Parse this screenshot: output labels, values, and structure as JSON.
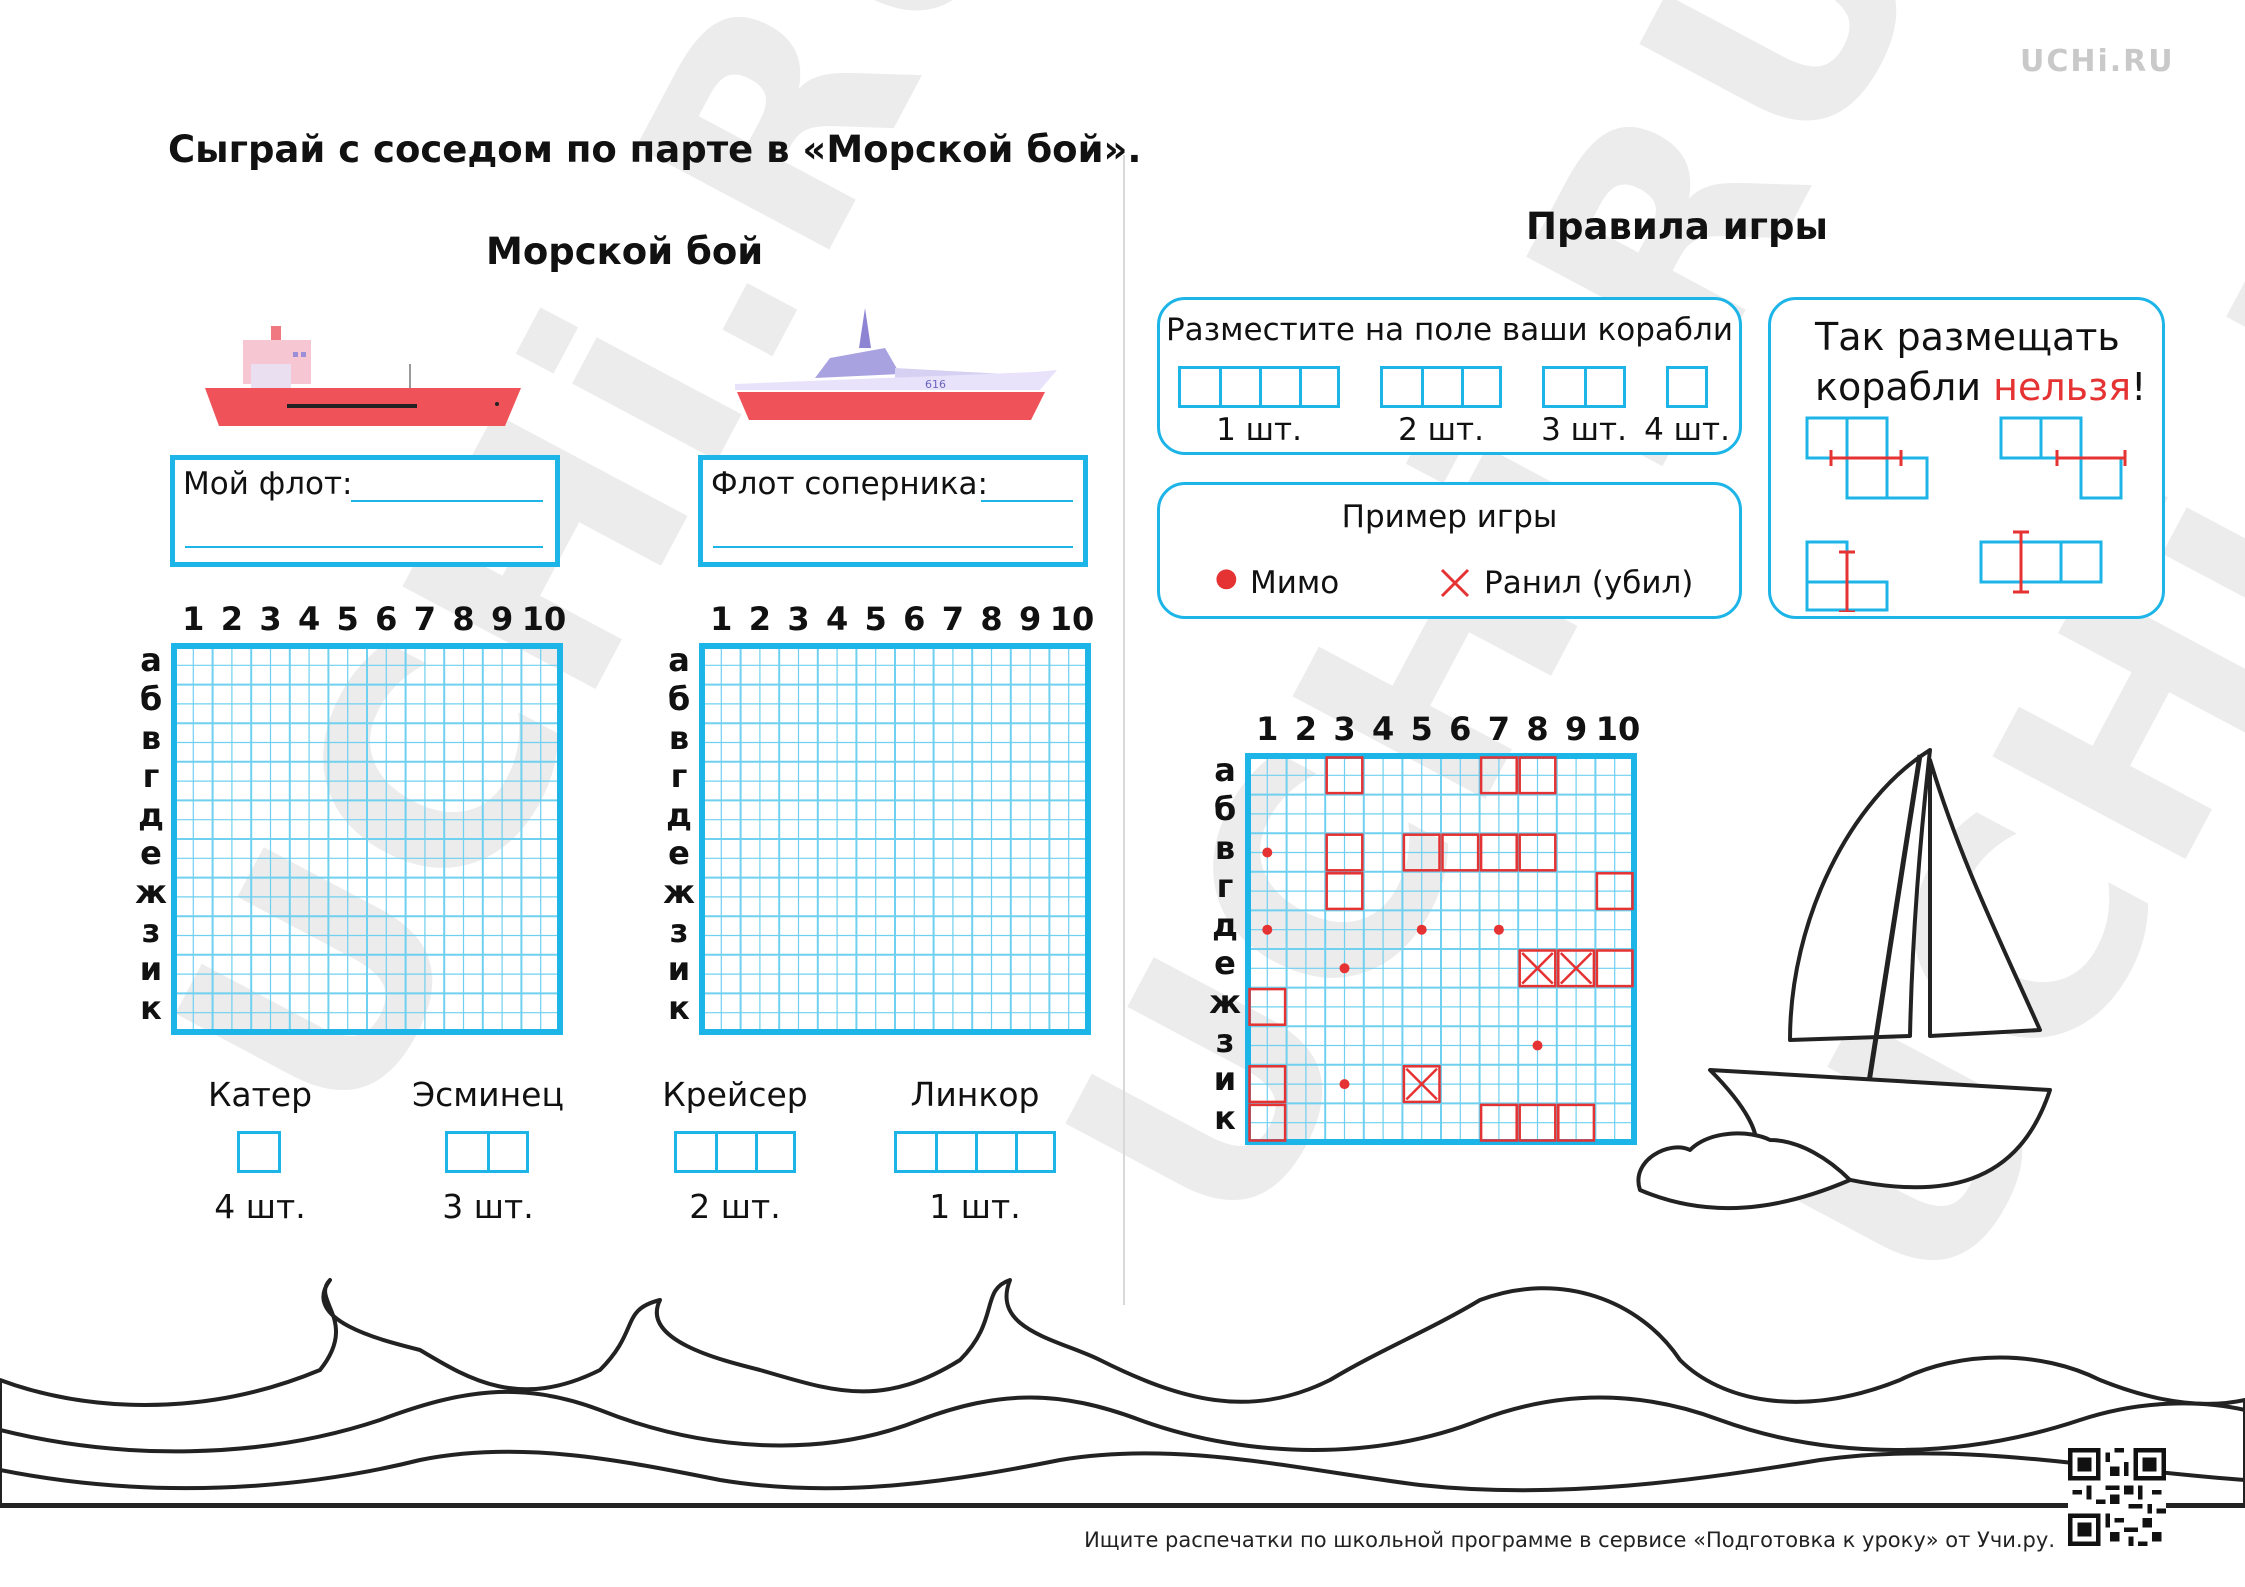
{
  "brand": {
    "logo_text": "UCHi.RU",
    "watermark_text": "UCHi.RU"
  },
  "task": "Сыграй с соседом по парте в «Морской бой».",
  "left": {
    "title": "Морской бой",
    "ship_hull_number": "616",
    "my_fleet_label": "Мой флот:",
    "enemy_fleet_label": "Флот соперника:",
    "columns": [
      "1",
      "2",
      "3",
      "4",
      "5",
      "6",
      "7",
      "8",
      "9",
      "10"
    ],
    "rows": [
      "а",
      "б",
      "в",
      "г",
      "д",
      "е",
      "ж",
      "з",
      "и",
      "к"
    ],
    "ship_types": [
      {
        "name": "Катер",
        "cells": 1,
        "count": "4 шт."
      },
      {
        "name": "Эсминец",
        "cells": 2,
        "count": "3 шт."
      },
      {
        "name": "Крейсер",
        "cells": 3,
        "count": "2 шт."
      },
      {
        "name": "Линкор",
        "cells": 4,
        "count": "1 шт."
      }
    ]
  },
  "rules": {
    "title": "Правила игры",
    "place_title": "Разместите на поле ваши корабли",
    "place_items": [
      {
        "cells": 4,
        "count": "1 шт."
      },
      {
        "cells": 3,
        "count": "2 шт."
      },
      {
        "cells": 2,
        "count": "3 шт."
      },
      {
        "cells": 1,
        "count": "4 шт."
      }
    ],
    "forbidden_line1": "Так размещать",
    "forbidden_line2_prefix": "корабли ",
    "forbidden_word": "нельзя",
    "forbidden_suffix": "!",
    "example_title": "Пример игры",
    "legend_miss": "Мимо",
    "legend_hit": "Ранил (убил)"
  },
  "example_game": {
    "ships": [
      {
        "row": 0,
        "col": 2,
        "len": 1,
        "dir": "h"
      },
      {
        "row": 0,
        "col": 6,
        "len": 2,
        "dir": "h"
      },
      {
        "row": 2,
        "col": 2,
        "len": 2,
        "dir": "v"
      },
      {
        "row": 2,
        "col": 4,
        "len": 4,
        "dir": "h"
      },
      {
        "row": 3,
        "col": 9,
        "len": 1,
        "dir": "h"
      },
      {
        "row": 5,
        "col": 7,
        "len": 3,
        "dir": "h"
      },
      {
        "row": 6,
        "col": 0,
        "len": 1,
        "dir": "h"
      },
      {
        "row": 8,
        "col": 0,
        "len": 2,
        "dir": "v"
      },
      {
        "row": 8,
        "col": 4,
        "len": 1,
        "dir": "h"
      },
      {
        "row": 9,
        "col": 6,
        "len": 3,
        "dir": "h"
      }
    ],
    "hits": [
      [
        5,
        7
      ],
      [
        5,
        8
      ],
      [
        8,
        4
      ]
    ],
    "misses": [
      [
        2,
        0
      ],
      [
        4,
        0
      ],
      [
        4,
        4
      ],
      [
        4,
        6
      ],
      [
        5,
        2
      ],
      [
        7,
        7
      ],
      [
        8,
        2
      ]
    ]
  },
  "footer": "Ищите распечатки по школьной программе в сервисе «Подготовка к уроку» от Учи.ру.",
  "colors": {
    "accent": "#1db4e8",
    "grid_line": "#6fd0f0",
    "red": "#e53232"
  }
}
